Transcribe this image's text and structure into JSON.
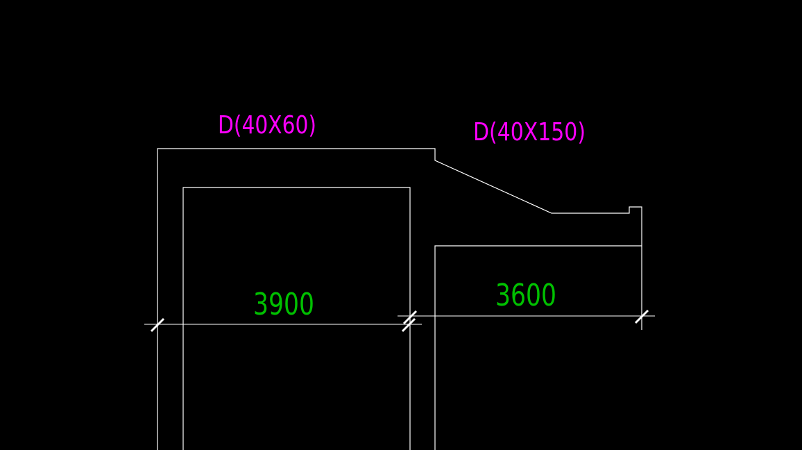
{
  "colors": {
    "background": "#000000",
    "outline": "#ffffff",
    "label_magenta": "#ff00ff",
    "dimension_green": "#00c000"
  },
  "labels": {
    "left_beam": "D(40X60)",
    "right_beam": "D(40X150)"
  },
  "dimensions": {
    "left_span": "3900",
    "right_span": "3600"
  }
}
